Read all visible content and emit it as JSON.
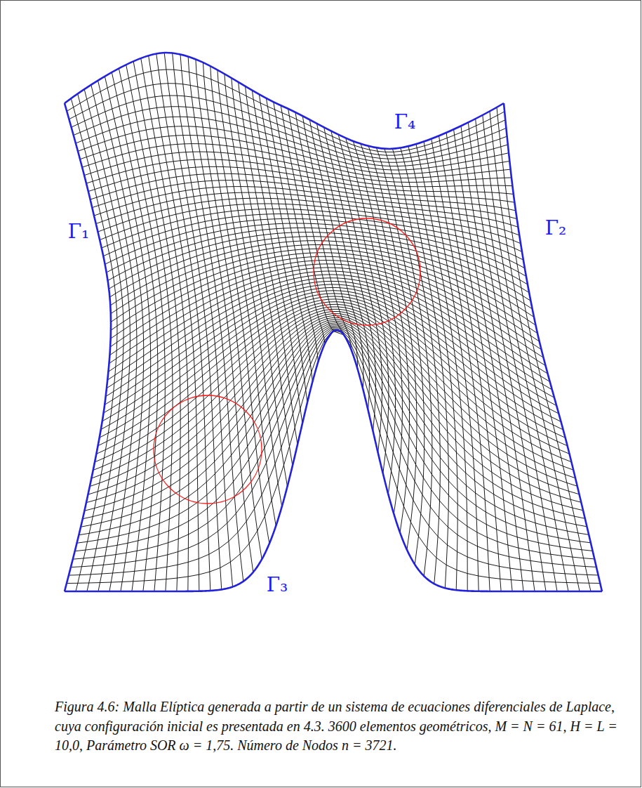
{
  "diagram": {
    "caption": "Figura 4.6: Malla Elíptica generada a partir de un sistema de ecuaciones diferenciales de Laplace, cuya configuración inicial es presentada en 4.3. 3600 elementos geométricos, M = N = 61, H = L = 10,0, Parámetro SOR ω = 1,75. Número de Nodos n = 3721.",
    "labels": [
      "Γ₄",
      "Γ₁",
      "Γ₂",
      "Γ₃"
    ]
  }
}
